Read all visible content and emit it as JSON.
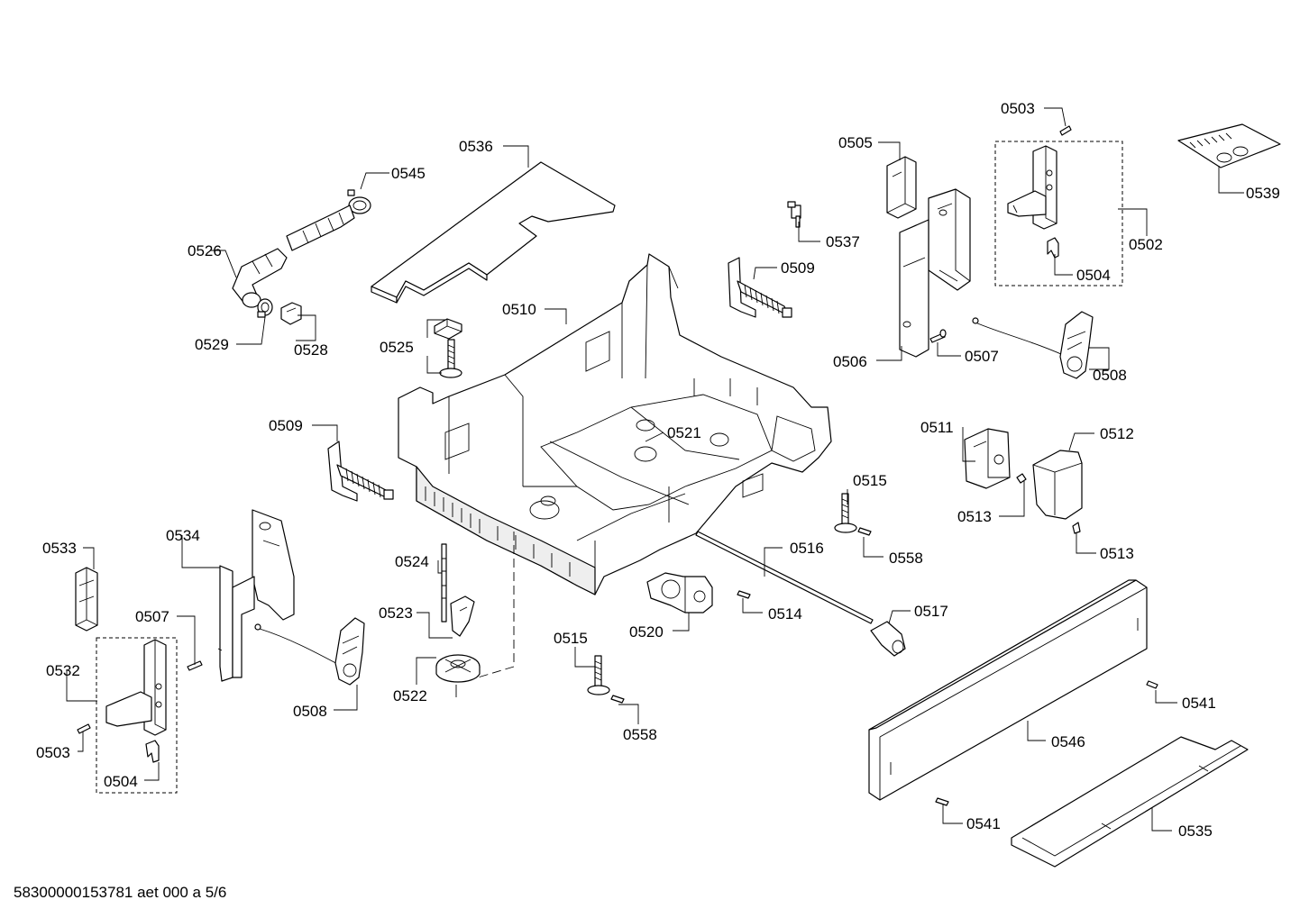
{
  "document_id": "58300000153781 aet 000 a 5/6",
  "callouts": {
    "c0503a": "0503",
    "c0503b": "0503",
    "c0539": "0539",
    "c0536": "0536",
    "c0505": "0505",
    "c0545": "0545",
    "c0537": "0537",
    "c0502": "0502",
    "c0526": "0526",
    "c0509a": "0509",
    "c0504a": "0504",
    "c0510": "0510",
    "c0529": "0529",
    "c0528": "0528",
    "c0525": "0525",
    "c0506": "0506",
    "c0507a": "0507",
    "c0508a": "0508",
    "c0509b": "0509",
    "c0521": "0521",
    "c0511": "0511",
    "c0512": "0512",
    "c0515a": "0515",
    "c0513a": "0513",
    "c0513b": "0513",
    "c0533": "0533",
    "c0534": "0534",
    "c0516": "0516",
    "c0558a": "0558",
    "c0524": "0524",
    "c0514": "0514",
    "c0517": "0517",
    "c0507b": "0507",
    "c0523": "0523",
    "c0520": "0520",
    "c0515b": "0515",
    "c0532": "0532",
    "c0522": "0522",
    "c0541a": "0541",
    "c0508b": "0508",
    "c0558b": "0558",
    "c0546": "0546",
    "c0504b": "0504",
    "c0541b": "0541",
    "c0535": "0535"
  }
}
